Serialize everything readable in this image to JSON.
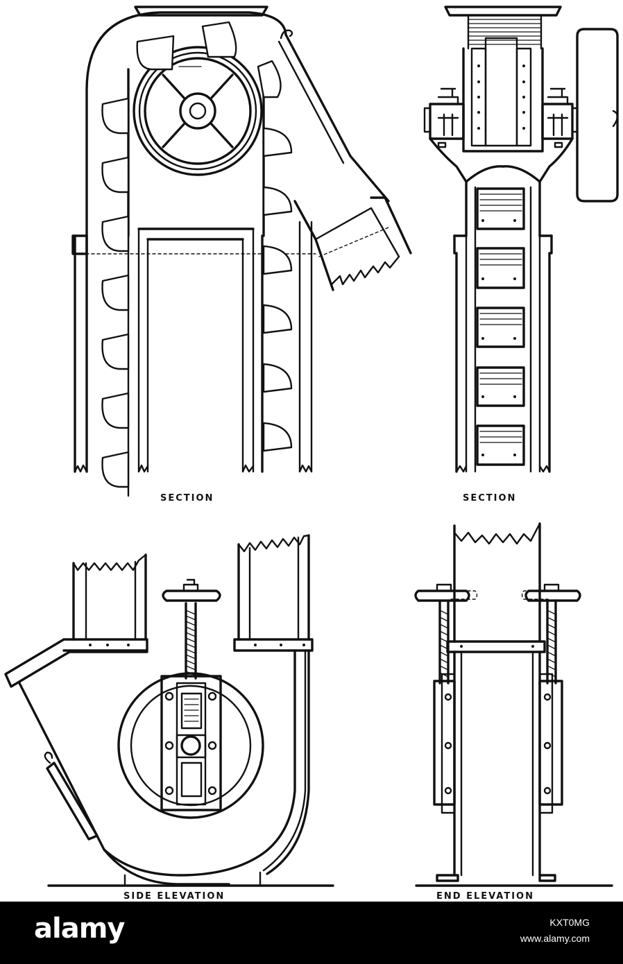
{
  "captions": {
    "section_left": "SECTION",
    "section_right": "SECTION",
    "side_elevation": "SIDE ELEVATION",
    "end_elevation": "END ELEVATION"
  },
  "footer": {
    "brand": "alamy",
    "image_id": "KXT0MG",
    "site": "www.alamy.com"
  },
  "colors": {
    "ink": "#111111",
    "paper": "#ffffff",
    "footer_bg": "#000000",
    "footer_text": "#ffffff"
  }
}
